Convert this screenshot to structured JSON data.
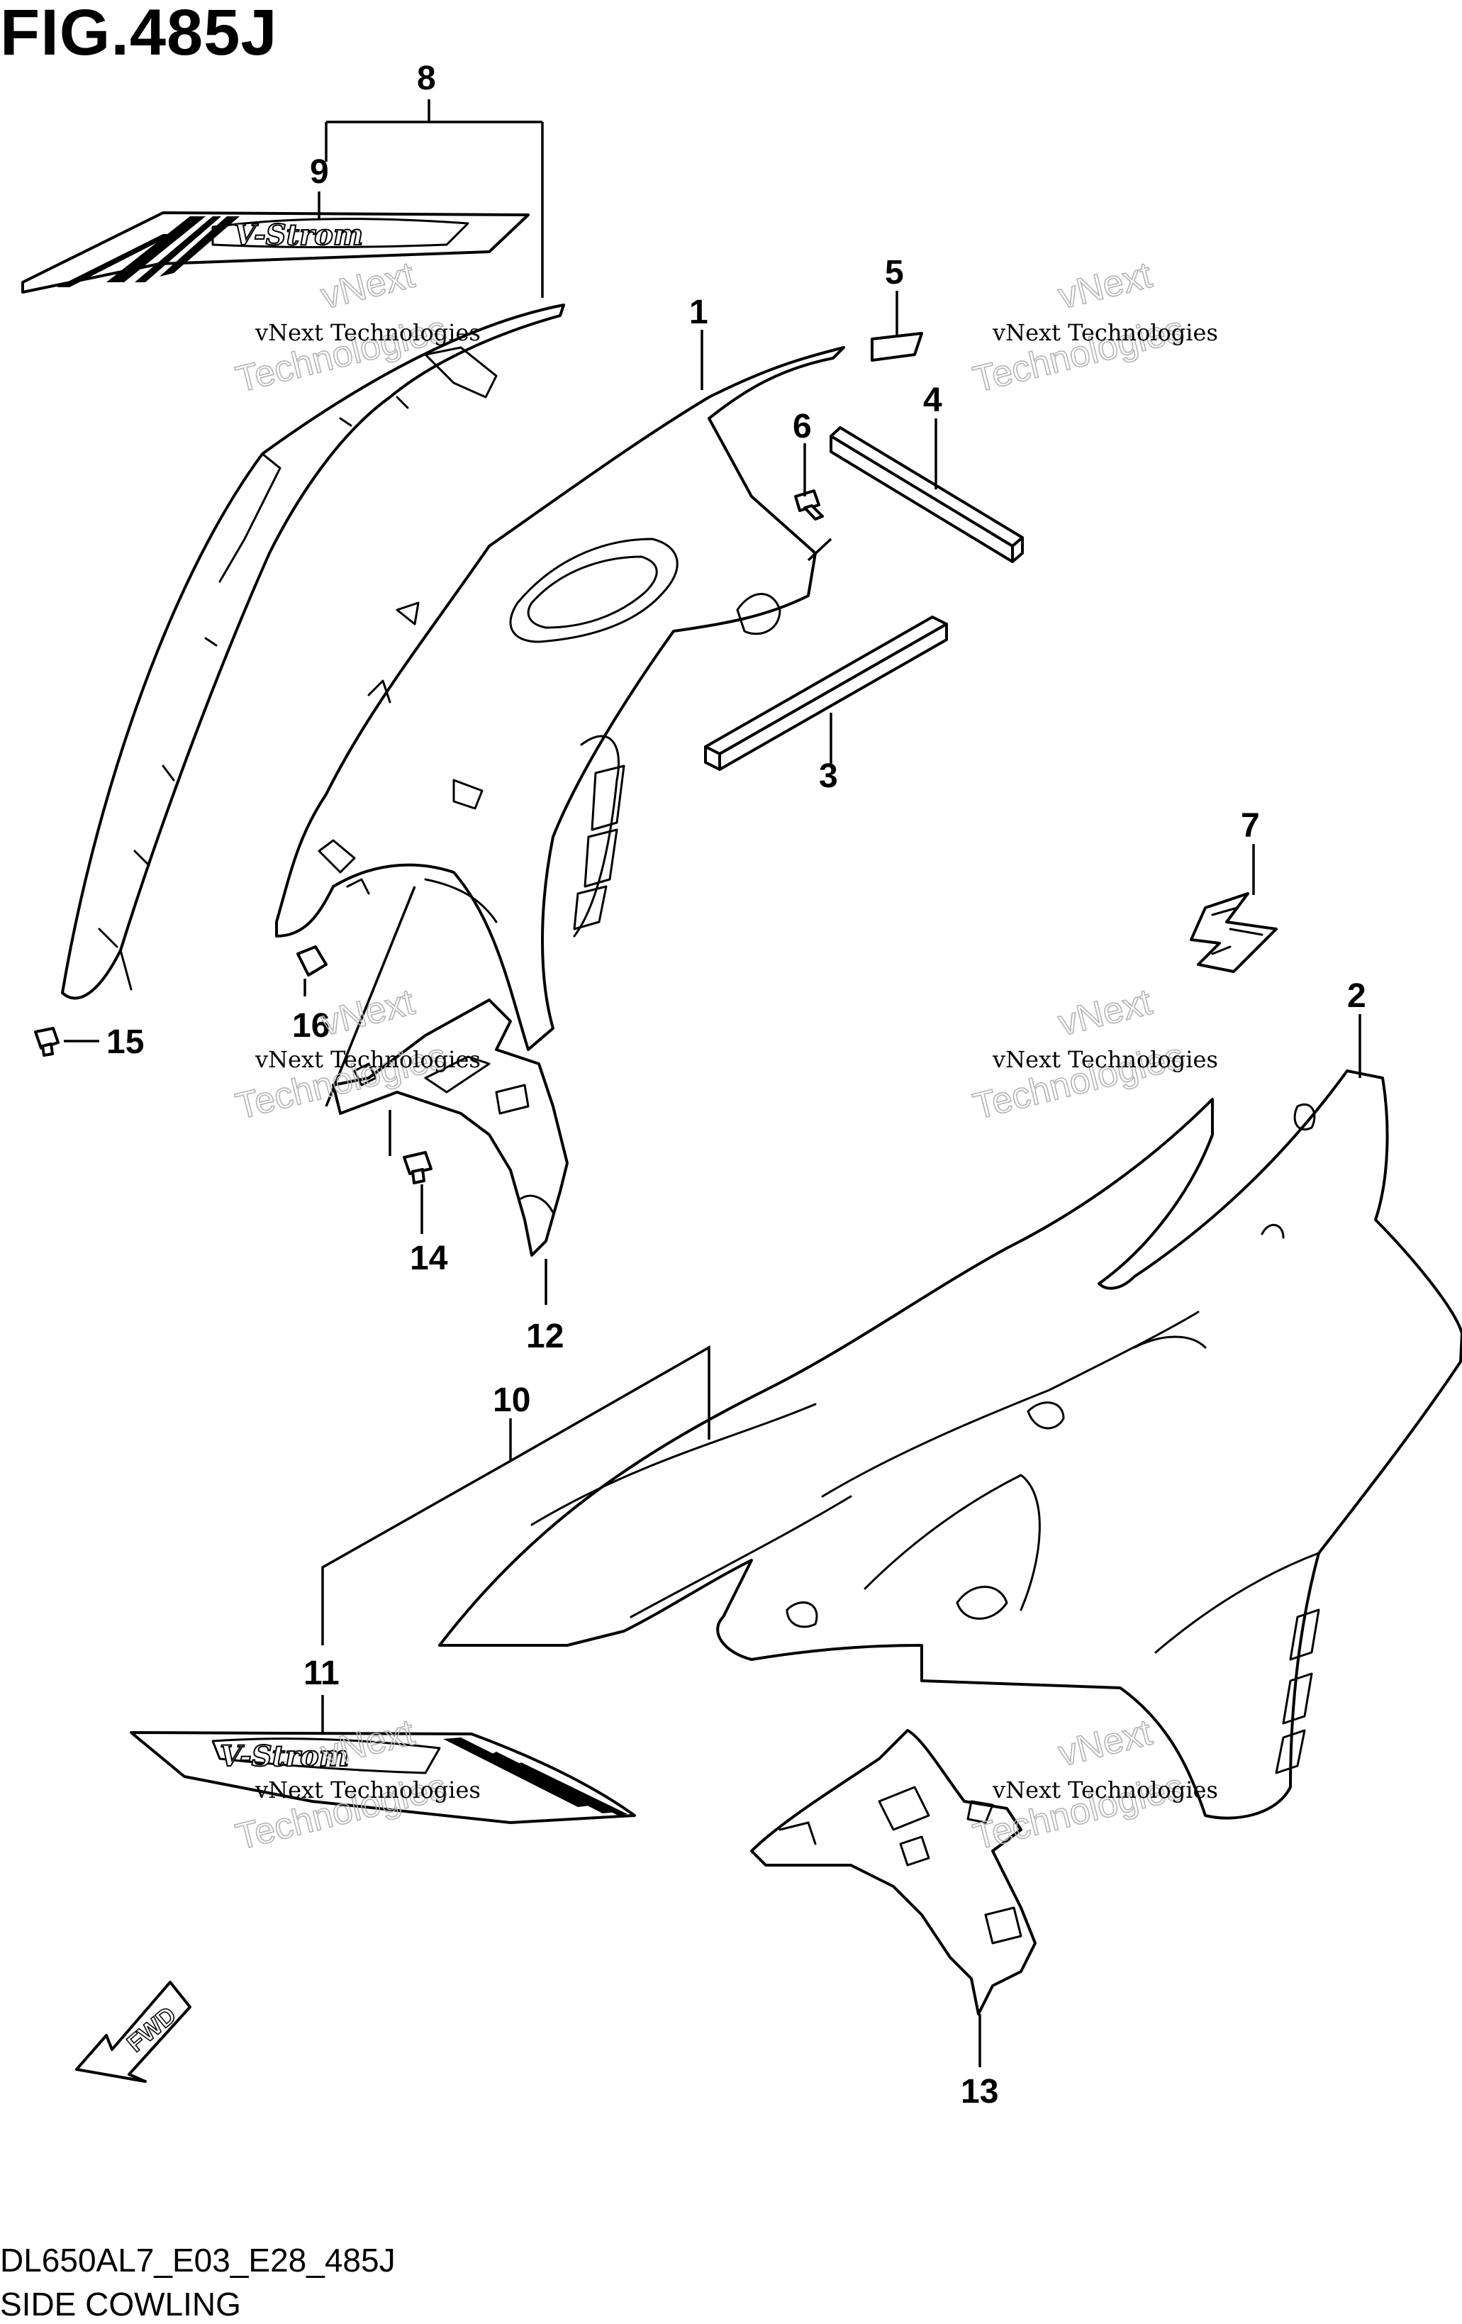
{
  "figure": {
    "title": "FIG.485J",
    "code": "DL650AL7_E03_E28_485J",
    "name": "SIDE COWLING"
  },
  "decal_text": "V-Strom",
  "fwd_label": "FWD",
  "watermark": {
    "line1": "vNext Technologies",
    "line2": "Technologies",
    "line3": "vNext"
  },
  "callouts": {
    "c1": "1",
    "c2": "2",
    "c3": "3",
    "c4": "4",
    "c5": "5",
    "c6": "6",
    "c7": "7",
    "c8": "8",
    "c9": "9",
    "c10": "10",
    "c11": "11",
    "c12": "12",
    "c13": "13",
    "c14": "14",
    "c15": "15",
    "c16": "16"
  },
  "colors": {
    "line": "#000000",
    "watermark": "#b4b4b4",
    "background": "#ffffff"
  }
}
